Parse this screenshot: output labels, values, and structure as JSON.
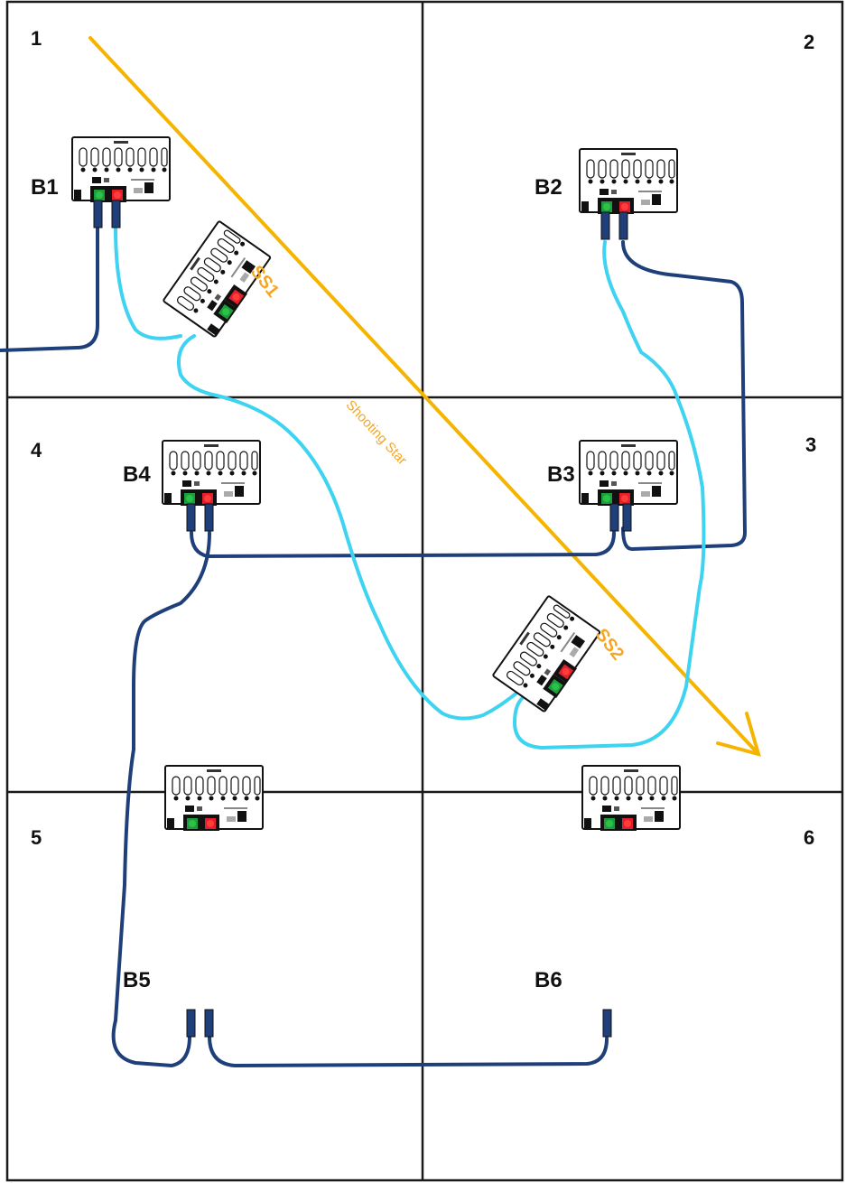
{
  "zones": [
    {
      "id": "1",
      "label": "1"
    },
    {
      "id": "2",
      "label": "2"
    },
    {
      "id": "3",
      "label": "3"
    },
    {
      "id": "4",
      "label": "4"
    },
    {
      "id": "5",
      "label": "5"
    },
    {
      "id": "6",
      "label": "6"
    }
  ],
  "boards": [
    {
      "id": "B1",
      "label": "B1"
    },
    {
      "id": "B2",
      "label": "B2"
    },
    {
      "id": "B3",
      "label": "B3"
    },
    {
      "id": "B4",
      "label": "B4"
    },
    {
      "id": "B5",
      "label": "B5"
    },
    {
      "id": "B6",
      "label": "B6"
    }
  ],
  "shooting_star_boards": [
    {
      "id": "SS1",
      "label": "SS1"
    },
    {
      "id": "SS2",
      "label": "SS2"
    }
  ],
  "arrow": {
    "label": "Shooting Star"
  },
  "colors": {
    "grid": "#1a1a1a",
    "arrow": "#f5b400",
    "arrow_text": "#f5a623",
    "cable_dark": "#1f3f7a",
    "cable_light": "#3ed3f0",
    "port_green": "#1e9e3a",
    "port_red": "#e0202a"
  }
}
